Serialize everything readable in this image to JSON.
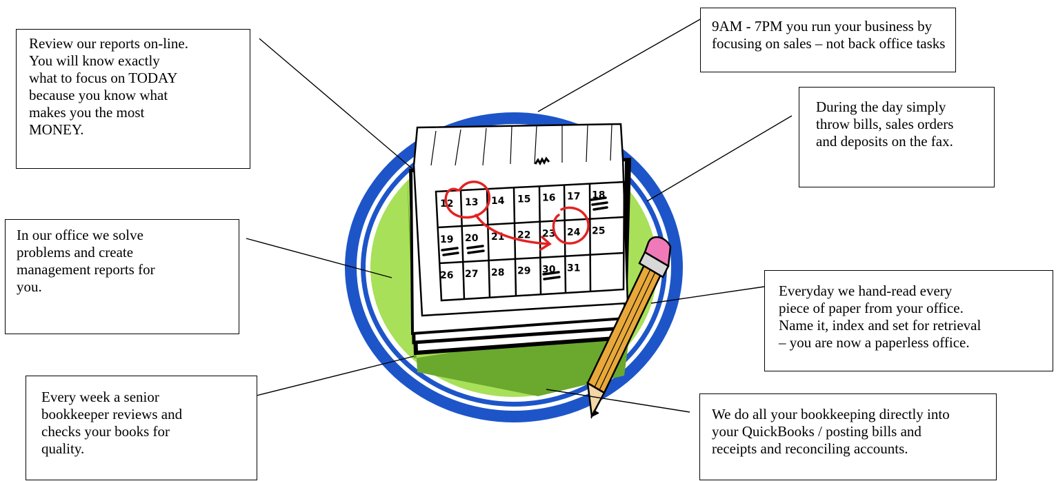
{
  "callouts": {
    "online": {
      "lines": [
        "Review our reports on-line.",
        "You will know exactly",
        "what to focus on TODAY",
        "because you know what",
        "makes you the most",
        "MONEY."
      ]
    },
    "hours": {
      "lines": [
        "9AM - 7PM you run your business by",
        "focusing on sales – not back office tasks"
      ]
    },
    "fax": {
      "lines": [
        "During the day simply",
        "throw bills, sales orders",
        "and deposits on the fax."
      ]
    },
    "office": {
      "lines": [
        "In our office we solve",
        "problems and create",
        "management reports for",
        "you."
      ]
    },
    "paperless": {
      "lines": [
        "Everyday we hand-read every",
        "piece of paper from your office.",
        "Name it, index and set for retrieval",
        "– you are now a paperless office."
      ]
    },
    "weekly": {
      "lines": [
        "Every week a senior",
        "bookkeeper reviews and",
        "checks your books for",
        "quality."
      ]
    },
    "quickbooks": {
      "lines": [
        "We do all your bookkeeping directly into",
        "your QuickBooks / posting bills and",
        "receipts and reconciling accounts."
      ]
    }
  },
  "calendar": {
    "rows": [
      [
        "12",
        "13",
        "14",
        "15",
        "16",
        "17",
        "18"
      ],
      [
        "19",
        "20",
        "21",
        "22",
        "23",
        "24",
        "25"
      ],
      [
        "26",
        "27",
        "28",
        "29",
        "30",
        "31",
        ""
      ]
    ]
  },
  "colors": {
    "ring_blue": "#1d55c9",
    "disc_green": "#a8e05a",
    "shadow_green": "#6aa82e",
    "ink_red": "#e32222",
    "pencil_body": "#e8a83a",
    "eraser_pink": "#f07ab8"
  }
}
